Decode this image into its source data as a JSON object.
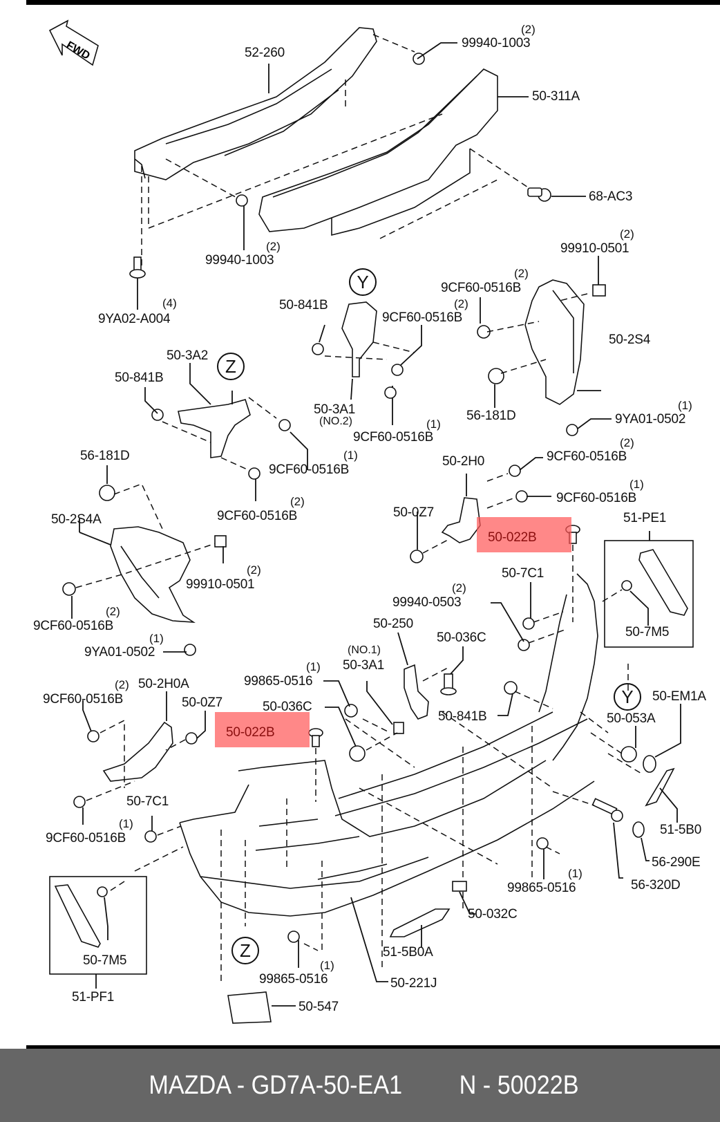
{
  "diagram": {
    "direction_marker": "FWD",
    "reference_markers": [
      "Y",
      "Z"
    ],
    "highlight_color": "#ff5a5a",
    "parts": [
      {
        "id": "52-260",
        "qty": null,
        "note": null
      },
      {
        "id": "99940-1003",
        "qty": "(2)",
        "note": null,
        "position": "top-right"
      },
      {
        "id": "50-311A",
        "qty": null,
        "note": null
      },
      {
        "id": "68-AC3",
        "qty": null,
        "note": null
      },
      {
        "id": "99940-1003",
        "qty": "(2)",
        "note": null,
        "position": "center-left"
      },
      {
        "id": "9YA02-A004",
        "qty": "(4)",
        "note": null
      },
      {
        "id": "99910-0501",
        "qty": "(2)",
        "note": null,
        "position": "right"
      },
      {
        "id": "9CF60-0516B",
        "qty": "(2)",
        "note": null
      },
      {
        "id": "50-841B",
        "qty": null,
        "note": null
      },
      {
        "id": "9CF60-0516B",
        "qty": "(2)",
        "note": null
      },
      {
        "id": "50-2S4",
        "qty": null,
        "note": null
      },
      {
        "id": "50-3A2",
        "qty": null,
        "note": null
      },
      {
        "id": "50-841B",
        "qty": null,
        "note": null
      },
      {
        "id": "50-3A1",
        "qty": null,
        "note": "(NO.2)"
      },
      {
        "id": "9CF60-0516B",
        "qty": "(1)",
        "note": null
      },
      {
        "id": "56-181D",
        "qty": null,
        "note": null
      },
      {
        "id": "9YA01-0502",
        "qty": "(1)",
        "note": null
      },
      {
        "id": "9CF60-0516B",
        "qty": "(1)",
        "note": null
      },
      {
        "id": "9CF60-0516B",
        "qty": "(2)",
        "note": null
      },
      {
        "id": "56-181D",
        "qty": null,
        "note": null
      },
      {
        "id": "50-2H0",
        "qty": null,
        "note": null
      },
      {
        "id": "9CF60-0516B",
        "qty": "(2)",
        "note": null
      },
      {
        "id": "9CF60-0516B",
        "qty": "(1)",
        "note": null
      },
      {
        "id": "50-0Z7",
        "qty": null,
        "note": null
      },
      {
        "id": "50-2S4A",
        "qty": null,
        "note": null
      },
      {
        "id": "50-022B",
        "qty": null,
        "note": null,
        "highlighted": true
      },
      {
        "id": "51-PE1",
        "qty": null,
        "note": null
      },
      {
        "id": "99910-0501",
        "qty": "(2)",
        "note": null
      },
      {
        "id": "50-7C1",
        "qty": null,
        "note": null
      },
      {
        "id": "9CF60-0516B",
        "qty": "(2)",
        "note": null
      },
      {
        "id": "99940-0503",
        "qty": "(2)",
        "note": null
      },
      {
        "id": "50-7M5",
        "qty": null,
        "note": null
      },
      {
        "id": "9YA01-0502",
        "qty": "(1)",
        "note": null
      },
      {
        "id": "50-250",
        "qty": null,
        "note": null
      },
      {
        "id": "50-036C",
        "qty": null,
        "note": null
      },
      {
        "id": "99865-0516",
        "qty": "(1)",
        "note": null
      },
      {
        "id": "50-3A1",
        "qty": null,
        "note": "(NO.1)"
      },
      {
        "id": "9CF60-0516B",
        "qty": "(2)",
        "note": null
      },
      {
        "id": "50-2H0A",
        "qty": null,
        "note": null
      },
      {
        "id": "50-0Z7",
        "qty": null,
        "note": null
      },
      {
        "id": "50-036C",
        "qty": null,
        "note": null
      },
      {
        "id": "50-841B",
        "qty": null,
        "note": null
      },
      {
        "id": "50-EM1A",
        "qty": null,
        "note": null
      },
      {
        "id": "50-053A",
        "qty": null,
        "note": null
      },
      {
        "id": "50-022B",
        "qty": null,
        "note": null,
        "highlighted": true
      },
      {
        "id": "50-7C1",
        "qty": null,
        "note": null
      },
      {
        "id": "9CF60-0516B",
        "qty": "(1)",
        "note": null
      },
      {
        "id": "51-5B0",
        "qty": null,
        "note": null
      },
      {
        "id": "56-290E",
        "qty": null,
        "note": null
      },
      {
        "id": "99865-0516",
        "qty": "(1)",
        "note": null
      },
      {
        "id": "56-320D",
        "qty": null,
        "note": null
      },
      {
        "id": "50-032C",
        "qty": null,
        "note": null
      },
      {
        "id": "50-7M5",
        "qty": null,
        "note": null
      },
      {
        "id": "51-PF1",
        "qty": null,
        "note": null
      },
      {
        "id": "99865-0516",
        "qty": "(1)",
        "note": null
      },
      {
        "id": "51-5B0A",
        "qty": null,
        "note": null
      },
      {
        "id": "50-221J",
        "qty": null,
        "note": null
      },
      {
        "id": "50-547",
        "qty": null,
        "note": null
      }
    ]
  },
  "footer": {
    "brand_part": "MAZDA - GD7A-50-EA1",
    "ref": "N - 50022B"
  }
}
